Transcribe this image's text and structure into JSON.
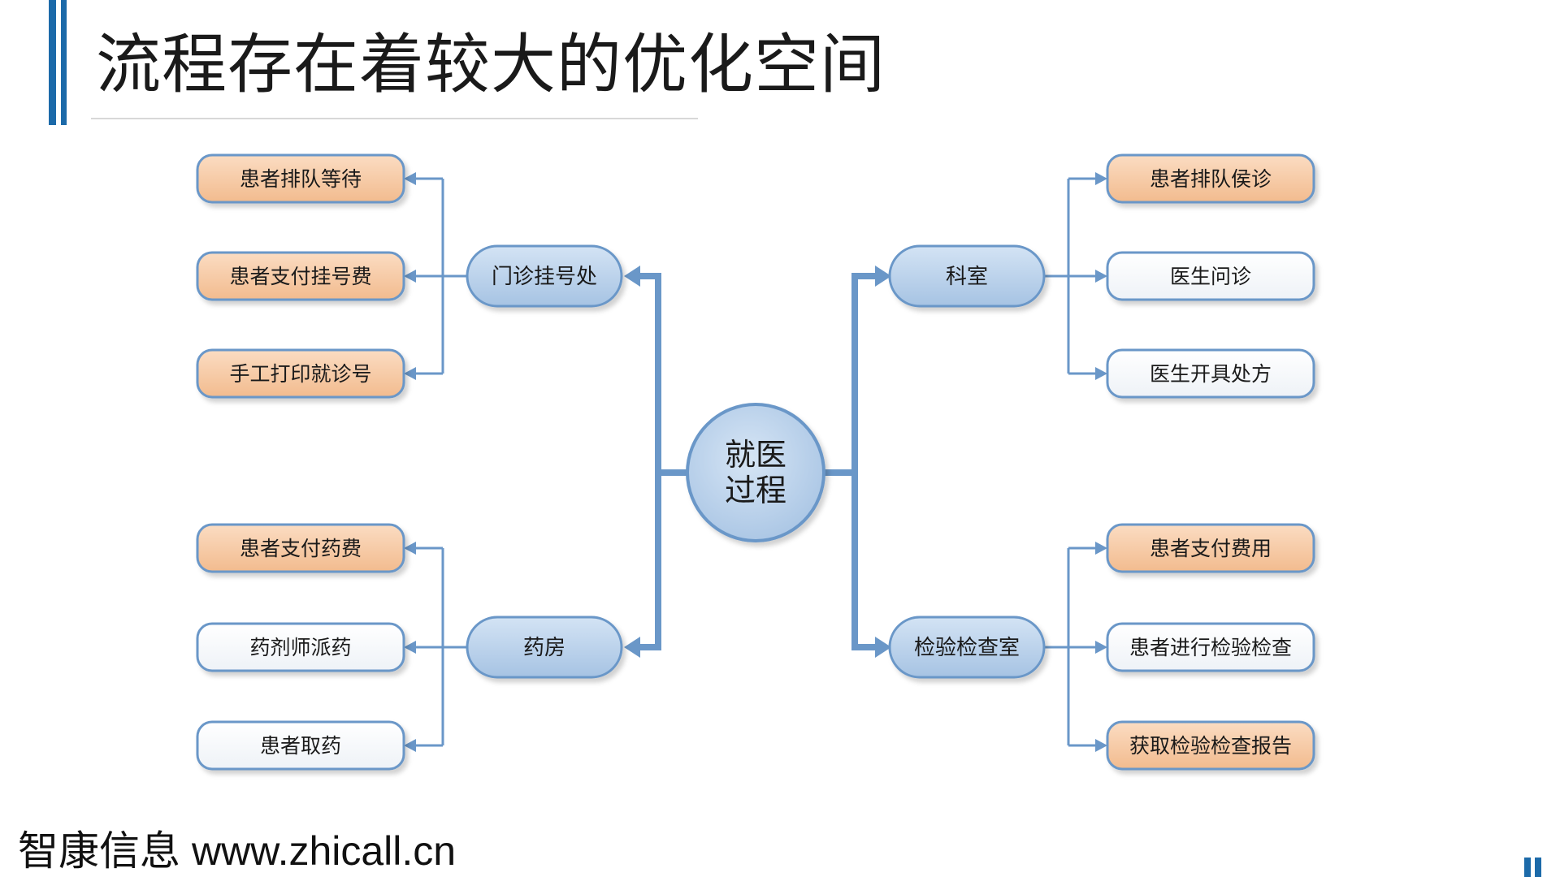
{
  "title": "流程存在着较大的优化空间",
  "footer": {
    "brand": "智康信息",
    "url": "www.zhicall.cn"
  },
  "colors": {
    "accent": "#1c6aa9",
    "connector": "#6a97c8",
    "hub_fill": "#b9d1ea",
    "step_orange_fill": "#f7c9a3",
    "step_white_fill": "#ffffff",
    "node_border": "#6a97c8"
  },
  "diagram": {
    "center": "就医\n过程",
    "branches": [
      {
        "label": "门诊挂号处",
        "steps": [
          {
            "label": "患者排队等待",
            "style": "orange"
          },
          {
            "label": "患者支付挂号费",
            "style": "orange"
          },
          {
            "label": "手工打印就诊号",
            "style": "orange"
          }
        ]
      },
      {
        "label": "药房",
        "steps": [
          {
            "label": "患者支付药费",
            "style": "orange"
          },
          {
            "label": "药剂师派药",
            "style": "white"
          },
          {
            "label": "患者取药",
            "style": "white"
          }
        ]
      },
      {
        "label": "科室",
        "steps": [
          {
            "label": "患者排队侯诊",
            "style": "orange"
          },
          {
            "label": "医生问诊",
            "style": "white"
          },
          {
            "label": "医生开具处方",
            "style": "white"
          }
        ]
      },
      {
        "label": "检验检查室",
        "steps": [
          {
            "label": "患者支付费用",
            "style": "orange"
          },
          {
            "label": "患者进行检验检查",
            "style": "white"
          },
          {
            "label": "获取检验检查报告",
            "style": "orange"
          }
        ]
      }
    ]
  }
}
